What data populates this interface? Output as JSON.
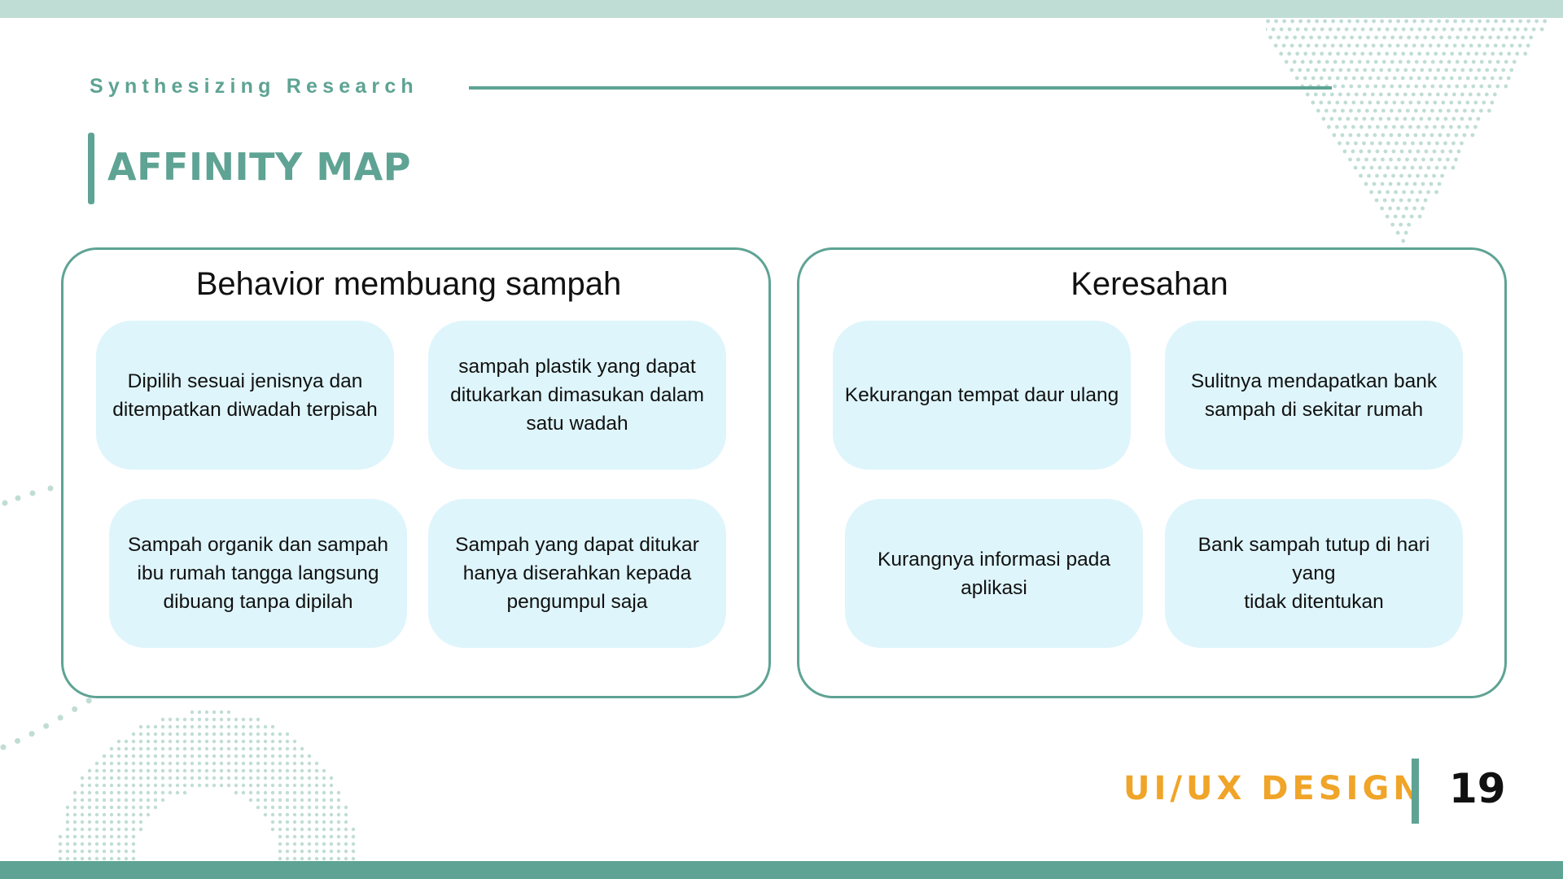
{
  "header": {
    "subtitle": "Synthesizing Research",
    "title": "AFFINITY MAP"
  },
  "panels": [
    {
      "title": "Behavior membuang sampah",
      "cards": [
        [
          "Dipilih sesuai jenisnya dan",
          "ditempatkan diwadah terpisah"
        ],
        [
          "sampah plastik yang dapat",
          "ditukarkan dimasukan dalam",
          "satu wadah"
        ],
        [
          "Sampah organik dan sampah",
          "ibu rumah tangga langsung",
          "dibuang tanpa dipilah"
        ],
        [
          "Sampah yang dapat ditukar",
          "hanya diserahkan kepada",
          "pengumpul saja"
        ]
      ]
    },
    {
      "title": "Keresahan",
      "cards": [
        [
          "Kekurangan tempat daur ulang"
        ],
        [
          "Sulitnya mendapatkan bank",
          "sampah di sekitar rumah"
        ],
        [
          "Kurangnya informasi pada",
          "aplikasi"
        ],
        [
          "Bank sampah tutup di hari yang",
          "tidak ditentukan"
        ]
      ]
    }
  ],
  "footer": {
    "label": "UI/UX DESIGN",
    "page_number": "19"
  },
  "colors": {
    "accent": "#5ea393",
    "accent_light": "#c0ddd5",
    "card_background": "#def5fb",
    "footer_label": "#f0a428"
  }
}
